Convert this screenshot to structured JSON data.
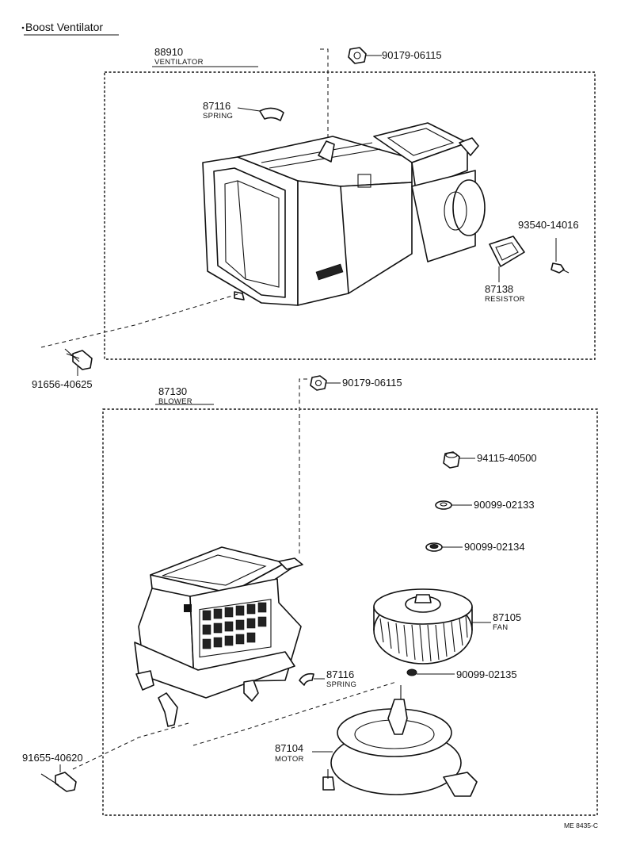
{
  "title": "Boost Ventilator",
  "ref_code": "ME  8435-C",
  "parts": {
    "ventilator": {
      "number": "88910",
      "name": "VENTILATOR"
    },
    "spring_top": {
      "number": "87116",
      "name": "SPRING"
    },
    "nut_top": {
      "number": "90179-06115"
    },
    "screw_right": {
      "number": "93540-14016"
    },
    "resistor": {
      "number": "87138",
      "name": "RESISTOR"
    },
    "bolt_left": {
      "number": "91656-40625"
    },
    "nut_mid": {
      "number": "90179-06115"
    },
    "blower": {
      "number": "87130",
      "name": "BLOWER"
    },
    "nut_fan": {
      "number": "94115-40500"
    },
    "washer_1": {
      "number": "90099-02133"
    },
    "washer_2": {
      "number": "90099-02134"
    },
    "fan": {
      "number": "87105",
      "name": "FAN"
    },
    "spring_bottom": {
      "number": "87116",
      "name": "SPRING"
    },
    "washer_3": {
      "number": "90099-02135"
    },
    "motor": {
      "number": "87104",
      "name": "MOTOR"
    },
    "bolt_bottom": {
      "number": "91655-40620"
    }
  }
}
